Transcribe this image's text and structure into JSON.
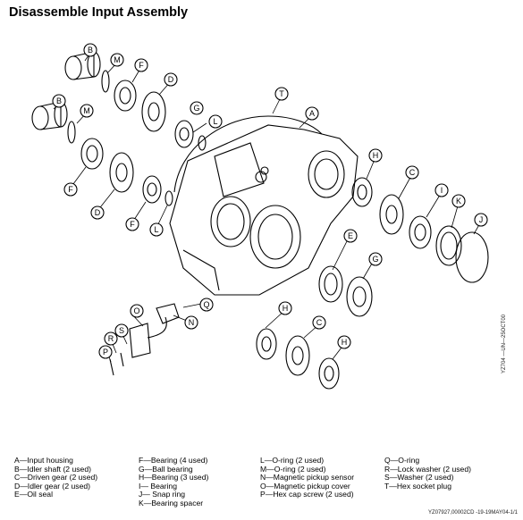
{
  "title": "Disassemble Input Assembly",
  "callouts": [
    "B",
    "M",
    "F",
    "D",
    "T",
    "A",
    "G",
    "L",
    "B",
    "M",
    "F",
    "D",
    "H",
    "C",
    "F",
    "L",
    "I",
    "K",
    "J",
    "E",
    "G",
    "O",
    "N",
    "S",
    "R",
    "P",
    "Q",
    "H",
    "C",
    "H"
  ],
  "legend": {
    "col1": [
      "A—Input housing",
      "B—Idler shaft (2 used)",
      "C—Driven gear (2 used)",
      "D—Idler gear (2 used)",
      "E—Oil seal"
    ],
    "col2": [
      "F—Bearing (4 used)",
      "G—Ball bearing",
      "H—Bearing (3 used)",
      "I— Bearing",
      "J— Snap ring",
      "K—Bearing spacer"
    ],
    "col3": [
      "L—O-ring (2 used)",
      "M—O-ring (2 used)",
      "N—Magnetic pickup sensor",
      "O—Magnetic pickup cover",
      "P—Hex cap screw (2 used)"
    ],
    "col4": [
      "Q—O-ring",
      "R—Lock washer (2 used)",
      "S—Washer (2 used)",
      "T—Hex socket plug"
    ]
  },
  "side_code": "YZ704 —UN—25OCT00",
  "footer_code": "YZ07927,00002CD -19-19MAY04-1/1"
}
